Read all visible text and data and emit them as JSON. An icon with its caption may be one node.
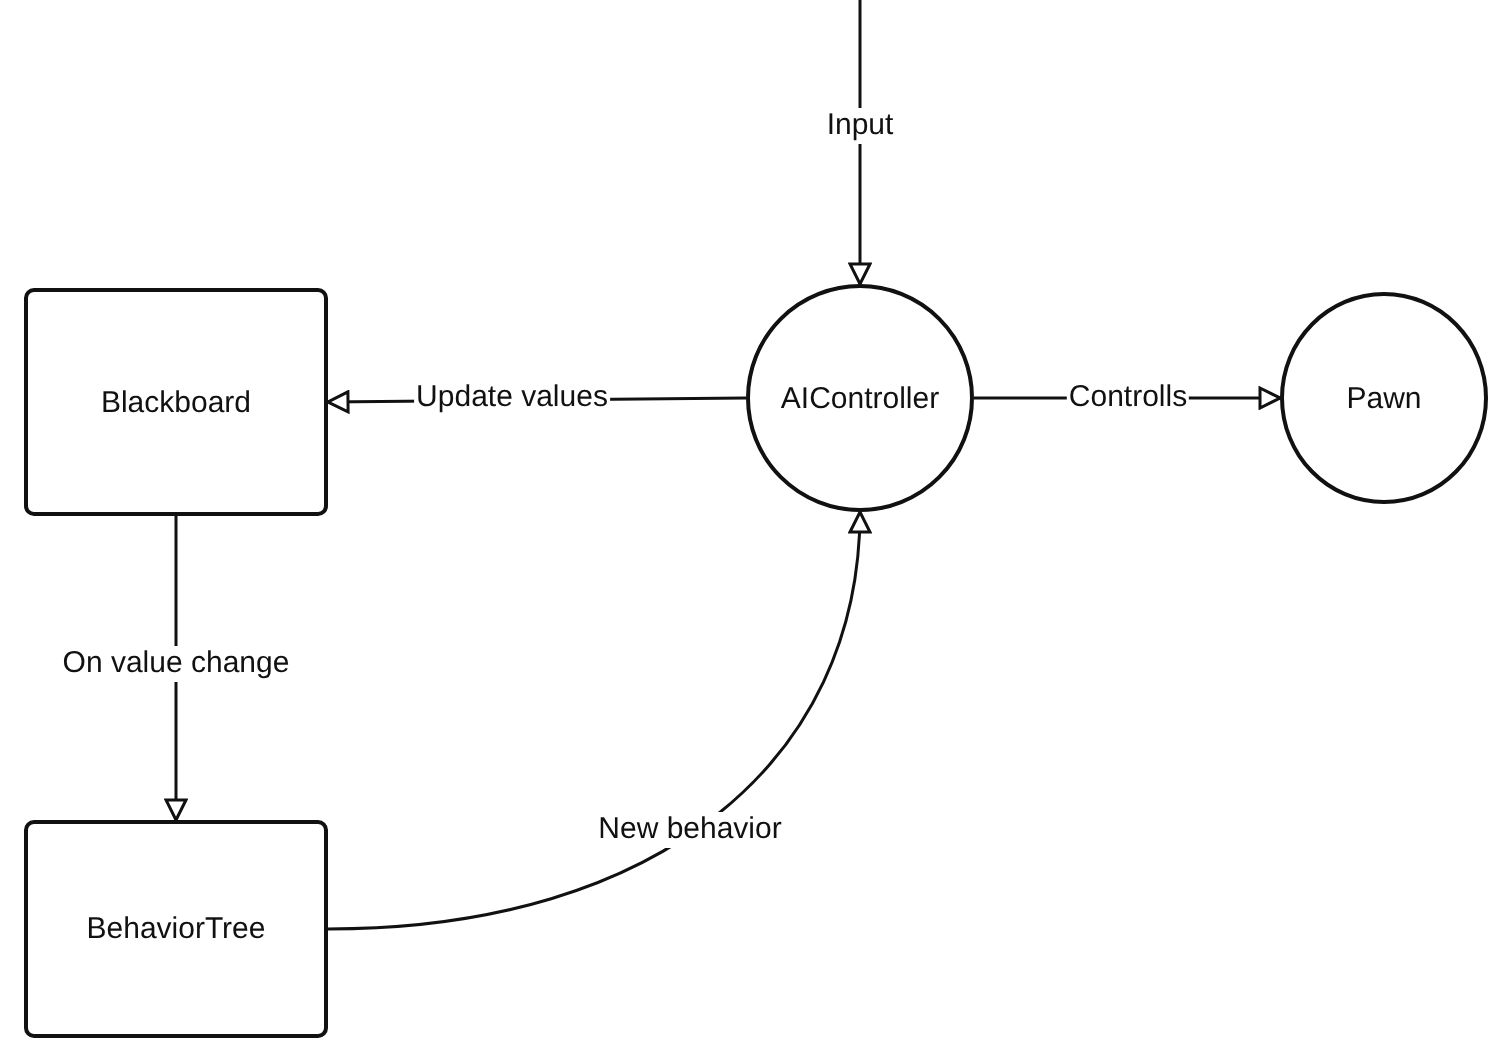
{
  "diagram": {
    "nodes": [
      {
        "text": [
          "Blackboard"
        ]
      },
      {
        "text": [
          "AIController"
        ]
      },
      {
        "text": [
          "Pawn"
        ]
      },
      {
        "text": [
          "BehaviorTree"
        ]
      }
    ],
    "edges": [
      {
        "from": null,
        "to": 1,
        "arrow": "to",
        "label": "Input"
      },
      {
        "from": 1,
        "to": 0,
        "arrow": "to",
        "label": "Update values"
      },
      {
        "from": 1,
        "to": 2,
        "arrow": "to",
        "label": "Controlls"
      },
      {
        "from": 0,
        "to": 3,
        "arrow": "to",
        "label": "On value change"
      },
      {
        "from": 3,
        "to": 1,
        "arrow": "to",
        "label": "New behavior"
      }
    ]
  }
}
